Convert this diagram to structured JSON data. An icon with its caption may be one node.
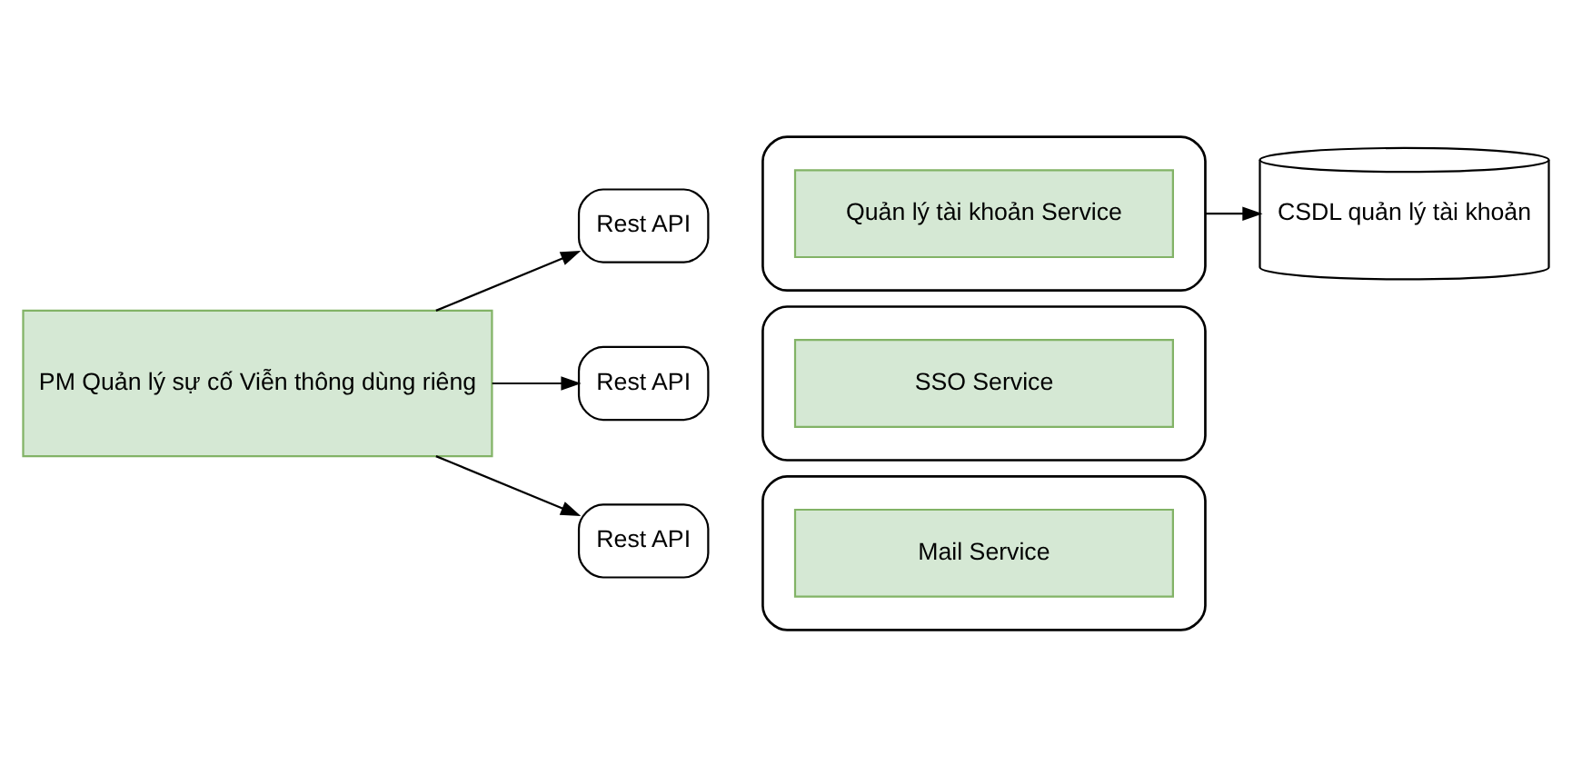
{
  "diagram": {
    "nodes": [
      {
        "text": [
          "PM Quản lý sự cố Viễn thông dùng riêng"
        ]
      },
      {
        "text": [
          "Rest API"
        ]
      },
      {
        "text": [],
        "shape": "ellipse"
      },
      {
        "text": [
          "Quản lý tài khoản Service"
        ],
        "in": 2
      },
      {
        "text": [
          "CSDL quản lý tài khoản"
        ]
      },
      {
        "text": [
          "Rest API"
        ]
      },
      {
        "text": [],
        "shape": "ellipse"
      },
      {
        "text": [
          "SSO Service"
        ],
        "in": 6
      },
      {
        "text": [
          "Rest API"
        ]
      },
      {
        "text": [],
        "shape": "ellipse"
      },
      {
        "text": [
          "Mail Service"
        ],
        "in": 9
      }
    ],
    "edges": [
      {
        "from": 0,
        "to": 1,
        "arrow": "to"
      },
      {
        "from": 2,
        "to": 4,
        "arrow": "to"
      },
      {
        "from": 0,
        "to": 5,
        "arrow": "to"
      },
      {
        "from": 0,
        "to": 8,
        "arrow": "to"
      }
    ]
  }
}
